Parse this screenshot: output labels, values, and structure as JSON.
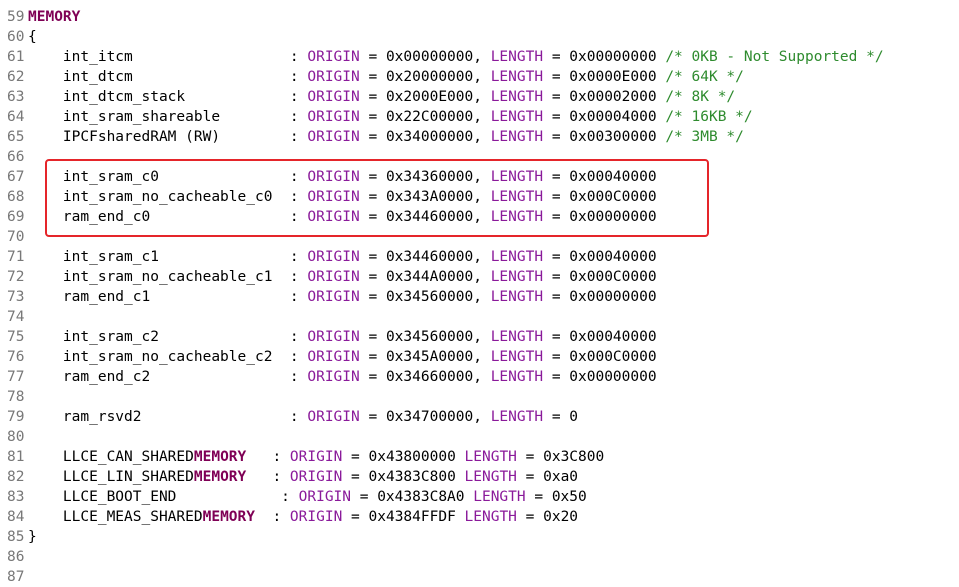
{
  "lines": [
    {
      "num": "59",
      "parts": [
        {
          "t": "MEMORY",
          "c": "kw"
        }
      ]
    },
    {
      "num": "60",
      "parts": [
        {
          "t": "{",
          "c": ""
        }
      ]
    },
    {
      "num": "61",
      "parts": [
        {
          "t": "    int_itcm                  : ",
          "c": ""
        },
        {
          "t": "ORIGIN",
          "c": "field"
        },
        {
          "t": " = 0x00000000, ",
          "c": ""
        },
        {
          "t": "LENGTH",
          "c": "field"
        },
        {
          "t": " = 0x00000000 ",
          "c": ""
        },
        {
          "t": "/* 0KB - Not Supported */",
          "c": "cmt"
        }
      ]
    },
    {
      "num": "62",
      "parts": [
        {
          "t": "    int_dtcm                  : ",
          "c": ""
        },
        {
          "t": "ORIGIN",
          "c": "field"
        },
        {
          "t": " = 0x20000000, ",
          "c": ""
        },
        {
          "t": "LENGTH",
          "c": "field"
        },
        {
          "t": " = 0x0000E000 ",
          "c": ""
        },
        {
          "t": "/* 64K */",
          "c": "cmt"
        }
      ]
    },
    {
      "num": "63",
      "parts": [
        {
          "t": "    int_dtcm_stack            : ",
          "c": ""
        },
        {
          "t": "ORIGIN",
          "c": "field"
        },
        {
          "t": " = 0x2000E000, ",
          "c": ""
        },
        {
          "t": "LENGTH",
          "c": "field"
        },
        {
          "t": " = 0x00002000 ",
          "c": ""
        },
        {
          "t": "/* 8K */",
          "c": "cmt"
        }
      ]
    },
    {
      "num": "64",
      "parts": [
        {
          "t": "    int_sram_shareable        : ",
          "c": ""
        },
        {
          "t": "ORIGIN",
          "c": "field"
        },
        {
          "t": " = 0x22C00000, ",
          "c": ""
        },
        {
          "t": "LENGTH",
          "c": "field"
        },
        {
          "t": " = 0x00004000 ",
          "c": ""
        },
        {
          "t": "/* 16KB */",
          "c": "cmt"
        }
      ]
    },
    {
      "num": "65",
      "parts": [
        {
          "t": "    IPCFsharedRAM (RW)        : ",
          "c": ""
        },
        {
          "t": "ORIGIN",
          "c": "field"
        },
        {
          "t": " = 0x34000000, ",
          "c": ""
        },
        {
          "t": "LENGTH",
          "c": "field"
        },
        {
          "t": " = 0x00300000 ",
          "c": ""
        },
        {
          "t": "/* 3MB */",
          "c": "cmt"
        }
      ]
    },
    {
      "num": "66",
      "parts": []
    },
    {
      "num": "67",
      "parts": [
        {
          "t": "    int_sram_c0               : ",
          "c": ""
        },
        {
          "t": "ORIGIN",
          "c": "field"
        },
        {
          "t": " = 0x34360000, ",
          "c": ""
        },
        {
          "t": "LENGTH",
          "c": "field"
        },
        {
          "t": " = 0x00040000",
          "c": ""
        }
      ]
    },
    {
      "num": "68",
      "parts": [
        {
          "t": "    int_sram_no_cacheable_c0  : ",
          "c": ""
        },
        {
          "t": "ORIGIN",
          "c": "field"
        },
        {
          "t": " = 0x343A0000, ",
          "c": ""
        },
        {
          "t": "LENGTH",
          "c": "field"
        },
        {
          "t": " = 0x000C0000",
          "c": ""
        }
      ]
    },
    {
      "num": "69",
      "parts": [
        {
          "t": "    ram_end_c0                : ",
          "c": ""
        },
        {
          "t": "ORIGIN",
          "c": "field"
        },
        {
          "t": " = 0x34460000, ",
          "c": ""
        },
        {
          "t": "LENGTH",
          "c": "field"
        },
        {
          "t": " = 0x00000000",
          "c": ""
        }
      ]
    },
    {
      "num": "70",
      "parts": []
    },
    {
      "num": "71",
      "parts": [
        {
          "t": "    int_sram_c1               : ",
          "c": ""
        },
        {
          "t": "ORIGIN",
          "c": "field"
        },
        {
          "t": " = 0x34460000, ",
          "c": ""
        },
        {
          "t": "LENGTH",
          "c": "field"
        },
        {
          "t": " = 0x00040000",
          "c": ""
        }
      ]
    },
    {
      "num": "72",
      "parts": [
        {
          "t": "    int_sram_no_cacheable_c1  : ",
          "c": ""
        },
        {
          "t": "ORIGIN",
          "c": "field"
        },
        {
          "t": " = 0x344A0000, ",
          "c": ""
        },
        {
          "t": "LENGTH",
          "c": "field"
        },
        {
          "t": " = 0x000C0000",
          "c": ""
        }
      ]
    },
    {
      "num": "73",
      "parts": [
        {
          "t": "    ram_end_c1                : ",
          "c": ""
        },
        {
          "t": "ORIGIN",
          "c": "field"
        },
        {
          "t": " = 0x34560000, ",
          "c": ""
        },
        {
          "t": "LENGTH",
          "c": "field"
        },
        {
          "t": " = 0x00000000",
          "c": ""
        }
      ]
    },
    {
      "num": "74",
      "parts": []
    },
    {
      "num": "75",
      "parts": [
        {
          "t": "    int_sram_c2               : ",
          "c": ""
        },
        {
          "t": "ORIGIN",
          "c": "field"
        },
        {
          "t": " = 0x34560000, ",
          "c": ""
        },
        {
          "t": "LENGTH",
          "c": "field"
        },
        {
          "t": " = 0x00040000",
          "c": ""
        }
      ]
    },
    {
      "num": "76",
      "parts": [
        {
          "t": "    int_sram_no_cacheable_c2  : ",
          "c": ""
        },
        {
          "t": "ORIGIN",
          "c": "field"
        },
        {
          "t": " = 0x345A0000, ",
          "c": ""
        },
        {
          "t": "LENGTH",
          "c": "field"
        },
        {
          "t": " = 0x000C0000",
          "c": ""
        }
      ]
    },
    {
      "num": "77",
      "parts": [
        {
          "t": "    ram_end_c2                : ",
          "c": ""
        },
        {
          "t": "ORIGIN",
          "c": "field"
        },
        {
          "t": " = 0x34660000, ",
          "c": ""
        },
        {
          "t": "LENGTH",
          "c": "field"
        },
        {
          "t": " = 0x00000000",
          "c": ""
        }
      ]
    },
    {
      "num": "78",
      "parts": []
    },
    {
      "num": "79",
      "parts": [
        {
          "t": "    ram_rsvd2                 : ",
          "c": ""
        },
        {
          "t": "ORIGIN",
          "c": "field"
        },
        {
          "t": " = 0x34700000, ",
          "c": ""
        },
        {
          "t": "LENGTH",
          "c": "field"
        },
        {
          "t": " = 0",
          "c": ""
        }
      ]
    },
    {
      "num": "80",
      "parts": []
    },
    {
      "num": "81",
      "parts": [
        {
          "t": "    LLCE_CAN_SHARED",
          "c": ""
        },
        {
          "t": "MEMORY",
          "c": "kw"
        },
        {
          "t": "   : ",
          "c": ""
        },
        {
          "t": "ORIGIN",
          "c": "field"
        },
        {
          "t": " = 0x43800000 ",
          "c": ""
        },
        {
          "t": "LENGTH",
          "c": "field"
        },
        {
          "t": " = 0x3C800",
          "c": ""
        }
      ]
    },
    {
      "num": "82",
      "parts": [
        {
          "t": "    LLCE_LIN_SHARED",
          "c": ""
        },
        {
          "t": "MEMORY",
          "c": "kw"
        },
        {
          "t": "   : ",
          "c": ""
        },
        {
          "t": "ORIGIN",
          "c": "field"
        },
        {
          "t": " = 0x4383C800 ",
          "c": ""
        },
        {
          "t": "LENGTH",
          "c": "field"
        },
        {
          "t": " = 0xa0",
          "c": ""
        }
      ]
    },
    {
      "num": "83",
      "parts": [
        {
          "t": "    LLCE_BOOT_END            : ",
          "c": ""
        },
        {
          "t": "ORIGIN",
          "c": "field"
        },
        {
          "t": " = 0x4383C8A0 ",
          "c": ""
        },
        {
          "t": "LENGTH",
          "c": "field"
        },
        {
          "t": " = 0x50",
          "c": ""
        }
      ]
    },
    {
      "num": "84",
      "parts": [
        {
          "t": "    LLCE_MEAS_SHARED",
          "c": ""
        },
        {
          "t": "MEMORY",
          "c": "kw"
        },
        {
          "t": "  : ",
          "c": ""
        },
        {
          "t": "ORIGIN",
          "c": "field"
        },
        {
          "t": " = 0x4384FFDF ",
          "c": ""
        },
        {
          "t": "LENGTH",
          "c": "field"
        },
        {
          "t": " = 0x20",
          "c": ""
        }
      ]
    },
    {
      "num": "85",
      "parts": [
        {
          "t": "}",
          "c": ""
        }
      ]
    },
    {
      "num": "86",
      "parts": []
    },
    {
      "num": "87",
      "parts": []
    }
  ],
  "colors": {
    "keyword": "#7f0055",
    "field": "#8a1a9a",
    "comment": "#2e8b2e",
    "line_number": "#787878",
    "highlight_border": "#e5252a"
  }
}
